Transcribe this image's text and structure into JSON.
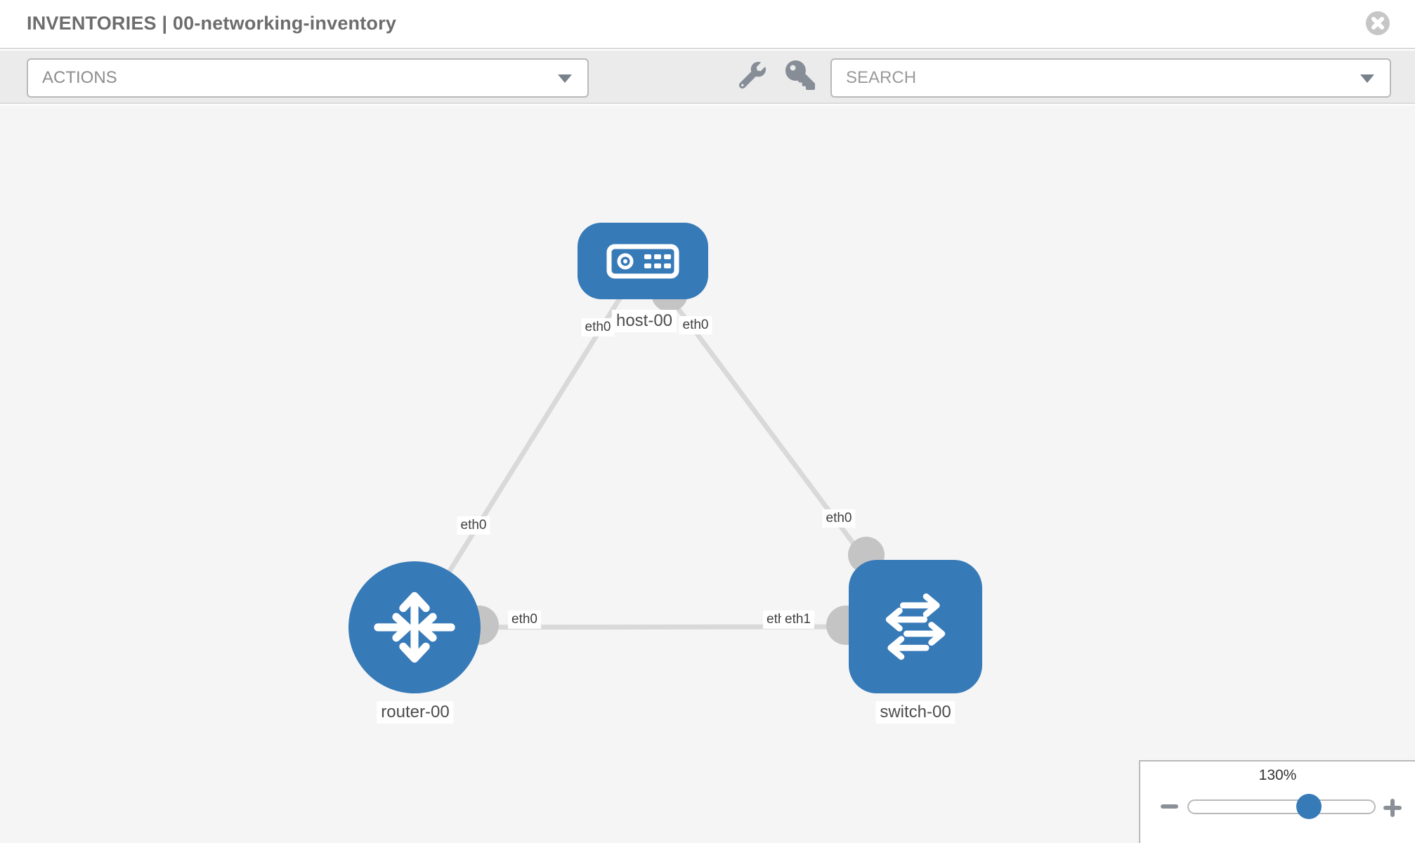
{
  "header": {
    "title": "INVENTORIES | 00-networking-inventory"
  },
  "toolbar": {
    "actions_label": "ACTIONS",
    "search_label": "SEARCH"
  },
  "canvas": {
    "node_labels": {
      "host": "host-00",
      "router": "router-00",
      "switch": "switch-00"
    },
    "if_labels": {
      "a_host": "eth0",
      "a_router": "eth0",
      "b_host": "eth0",
      "b_switch": "eth0",
      "c_router": "eth0",
      "c_switch_a": "eth0",
      "c_switch_b": "eth1"
    },
    "links": [
      {
        "from": "host-00",
        "from_if": "eth0",
        "to": "router-00",
        "to_if": "eth0"
      },
      {
        "from": "host-00",
        "from_if": "eth0",
        "to": "switch-00",
        "to_if": "eth0"
      },
      {
        "from": "router-00",
        "from_if": "eth0",
        "to": "switch-00",
        "to_if": "eth1"
      }
    ]
  },
  "zoom_control": {
    "value": "130%"
  },
  "icons": {
    "close": "close-circle-icon",
    "wrench": "wrench-icon",
    "key": "key-icon",
    "actions_caret": "chevron-down-icon",
    "search_caret": "chevron-down-icon",
    "host": "host-server-icon",
    "router": "router-arrows-icon",
    "switch": "switch-arrows-icon",
    "zoom_minus": "minus-icon",
    "zoom_plus": "plus-icon"
  },
  "colors": {
    "node_blue": "#377ab8",
    "link_gray": "#d9d9d9",
    "interface_gray": "#c4c4c4",
    "toolbar_bg": "#ebebeb",
    "canvas_bg": "#f5f5f5"
  }
}
